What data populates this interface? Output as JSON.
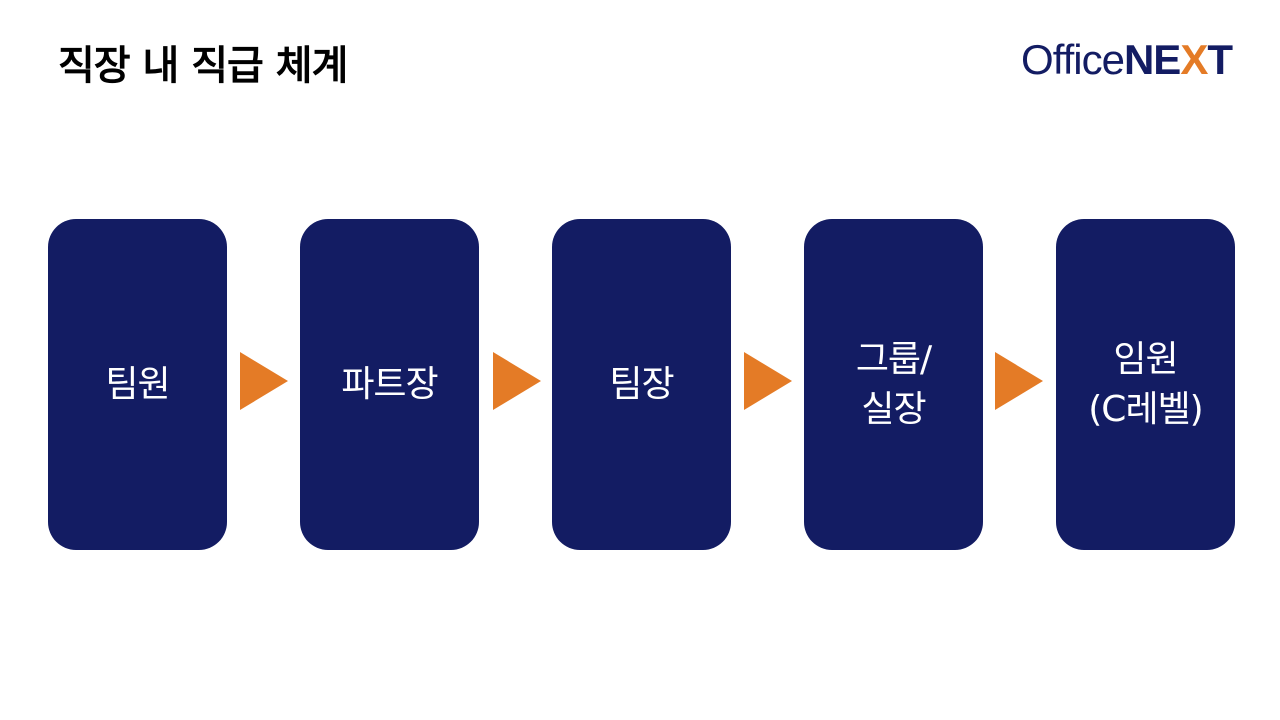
{
  "title": "직장 내 직급 체계",
  "logo": {
    "text_office": "Office",
    "text_ne": "NE",
    "text_x": "X",
    "text_t": "T"
  },
  "colors": {
    "box": "#131c63",
    "arrow": "#e47b26",
    "logo_accent": "#e47b26"
  },
  "steps": [
    {
      "label": "팀원"
    },
    {
      "label": "파트장"
    },
    {
      "label": "팀장"
    },
    {
      "label": "그룹/\n실장"
    },
    {
      "label": "임원\n(C레벨)"
    }
  ]
}
